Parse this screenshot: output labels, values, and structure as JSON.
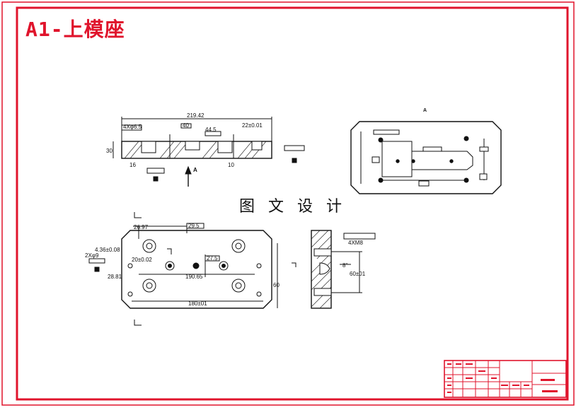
{
  "drawing": {
    "title": "A1-上模座",
    "watermark": "图 文 设 计",
    "view_label": "A",
    "section_arrow_label": "A"
  },
  "front_view": {
    "overall_length": "219.42",
    "hole_callout": "4Xφ6.5",
    "height": "30",
    "dim_16": "16",
    "dim_10": "10",
    "dim_44": "44.5",
    "dim_22": "22±0.01",
    "dim_40": "40"
  },
  "top_view": {
    "dim_26_97": "26.97",
    "dim_29_5": "29.5",
    "dim_4_36": "4.36±0.08",
    "hole_2x": "2Xφ9",
    "dim_20": "20±0.02",
    "dim_27": "27.5",
    "dim_190_65": "190.65",
    "dim_28_81": "28.81",
    "dim_180": "180±01",
    "dim_60": "60"
  },
  "side_view": {
    "hole_callout": "4XM8",
    "angle": "8°",
    "dim_60": "60±01"
  },
  "colors": {
    "frame": "#e0142c",
    "line": "#111111",
    "hatch": "#222222"
  }
}
